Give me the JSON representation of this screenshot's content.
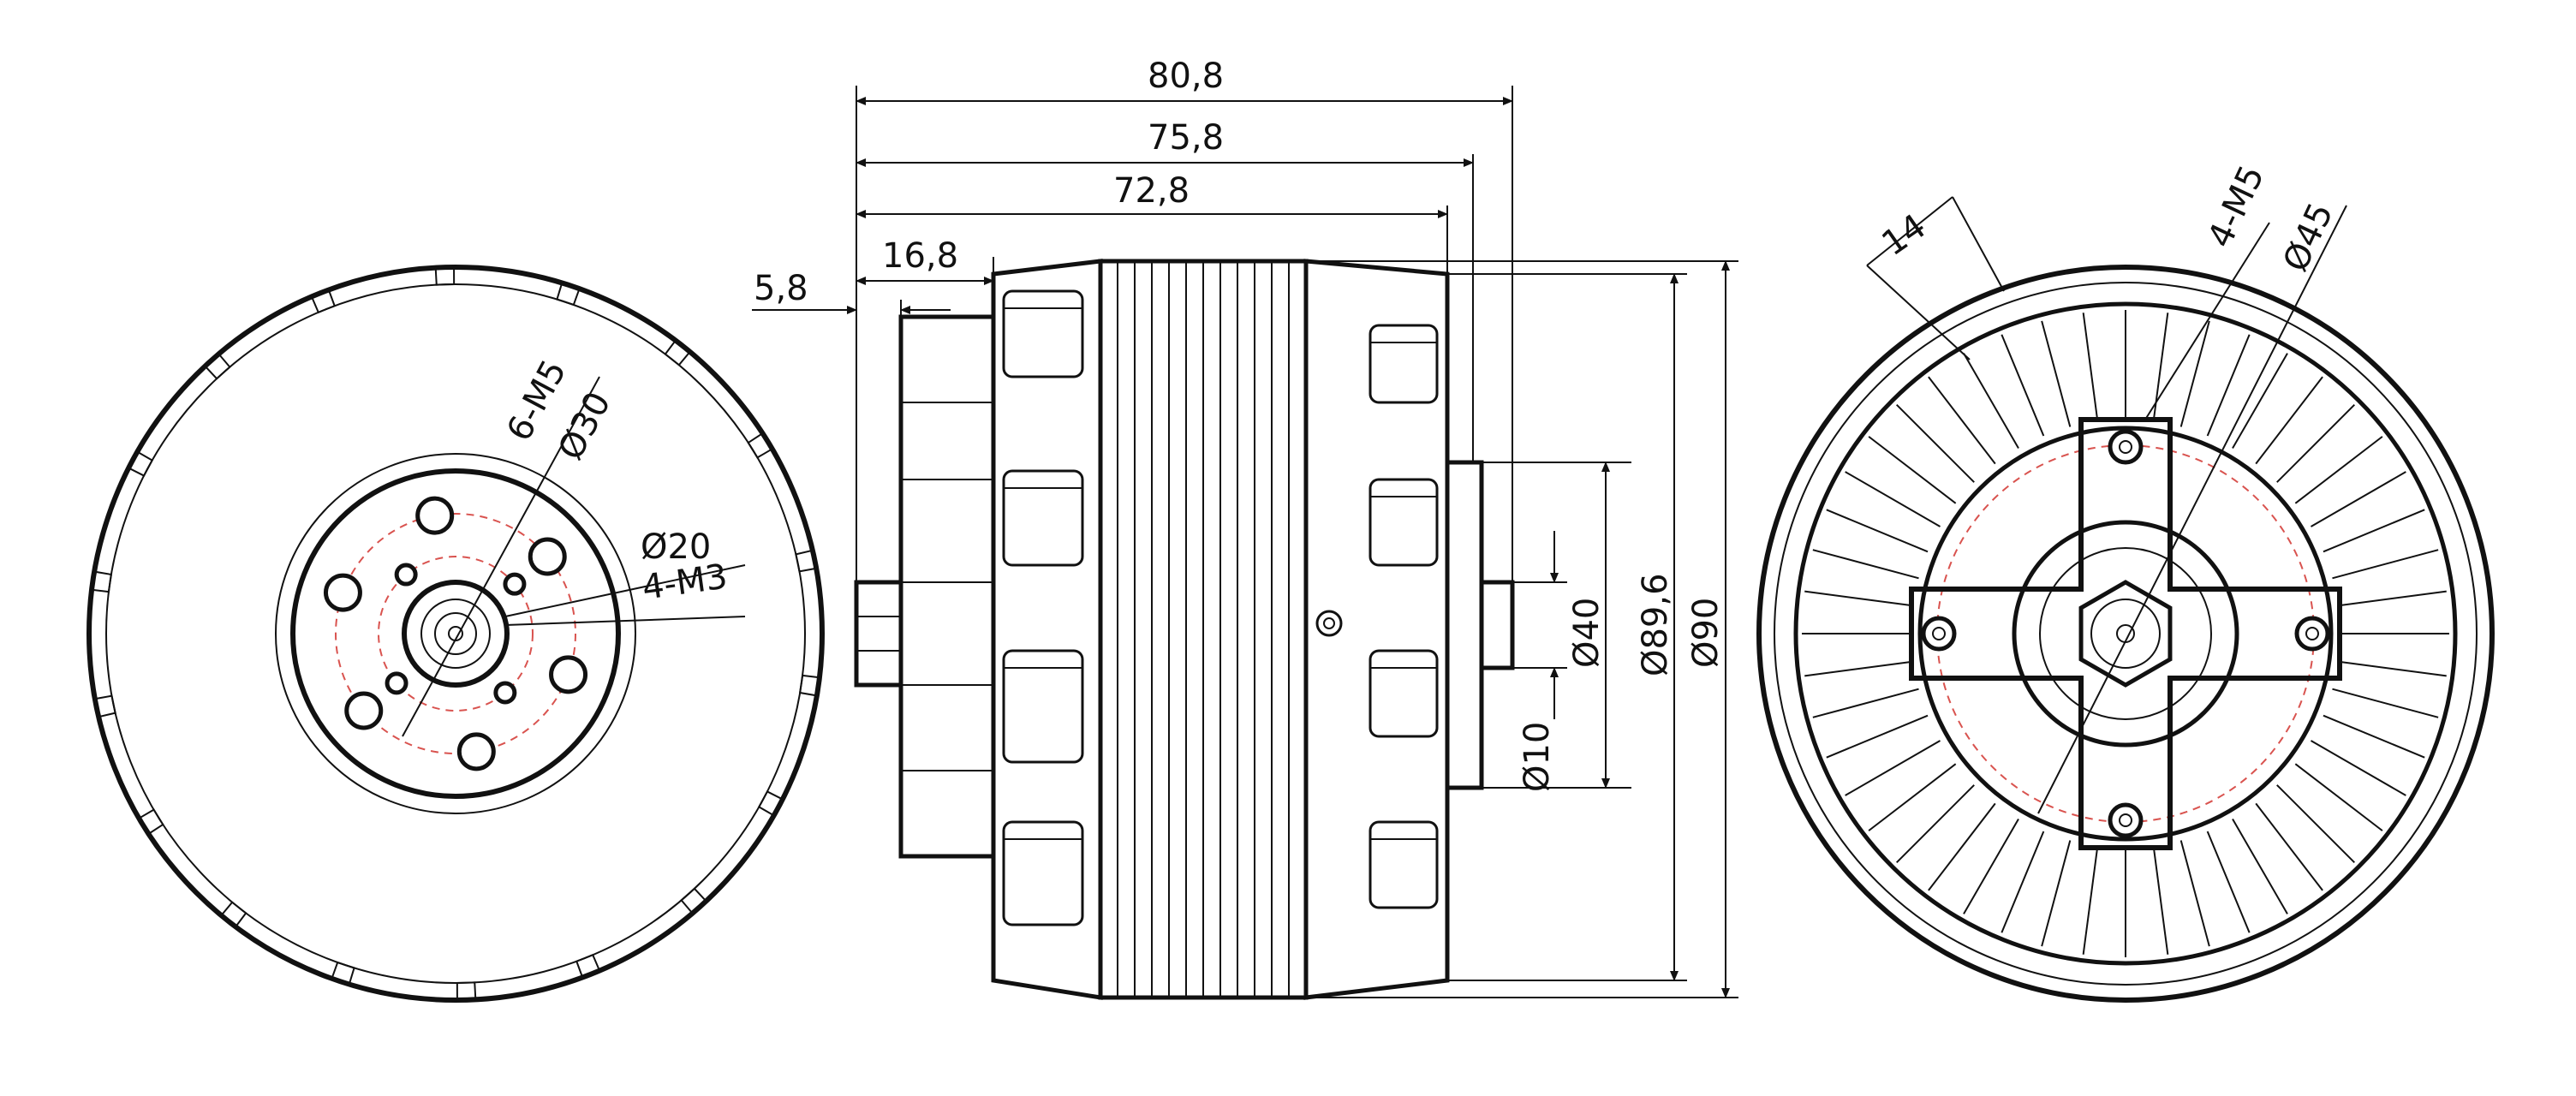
{
  "dimensions": {
    "overall_length": "80,8",
    "length_2": "75,8",
    "length_3": "72,8",
    "shaft_length": "16,8",
    "shaft_offset": "5,8",
    "dia_10": "Ø10",
    "dia_40": "Ø40",
    "dia_89_6": "Ø89,6",
    "dia_90": "Ø90"
  },
  "front_view": {
    "holes_6m5": "6-M5",
    "dia_30": "Ø30",
    "dia_20": "Ø20",
    "holes_4m3": "4-M3"
  },
  "rear_view": {
    "width_14": "14",
    "holes_4m5": "4-M5",
    "dia_45": "Ø45"
  },
  "colors": {
    "line": "#111111",
    "center_line": "#d9534f",
    "background": "#ffffff"
  }
}
